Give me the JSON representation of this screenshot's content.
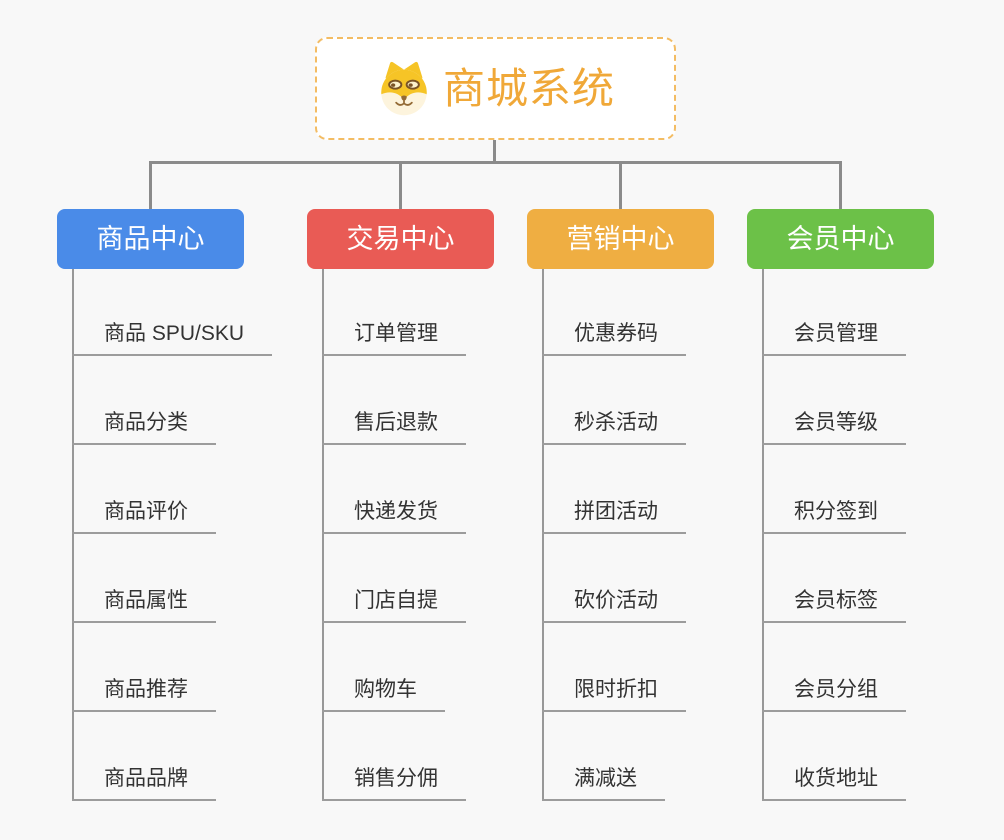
{
  "page": {
    "background": "#f8f8f8"
  },
  "root": {
    "title": "商城系统",
    "title_color": "#f0a838",
    "border_color": "#f3bc63",
    "icon": "dog-face-icon"
  },
  "connector_color": "#8b8b8b",
  "underline_color": "#9c9c9c",
  "branches": [
    {
      "label": "商品中心",
      "color": "#4a8be8",
      "items": [
        "商品 SPU/SKU",
        "商品分类",
        "商品评价",
        "商品属性",
        "商品推荐",
        "商品品牌"
      ]
    },
    {
      "label": "交易中心",
      "color": "#e95b55",
      "items": [
        "订单管理",
        "售后退款",
        "快递发货",
        "门店自提",
        "购物车",
        "销售分佣"
      ]
    },
    {
      "label": "营销中心",
      "color": "#efae42",
      "items": [
        "优惠券码",
        "秒杀活动",
        "拼团活动",
        "砍价活动",
        "限时折扣",
        "满减送"
      ]
    },
    {
      "label": "会员中心",
      "color": "#6cc148",
      "items": [
        "会员管理",
        "会员等级",
        "积分签到",
        "会员标签",
        "会员分组",
        "收货地址"
      ]
    }
  ]
}
